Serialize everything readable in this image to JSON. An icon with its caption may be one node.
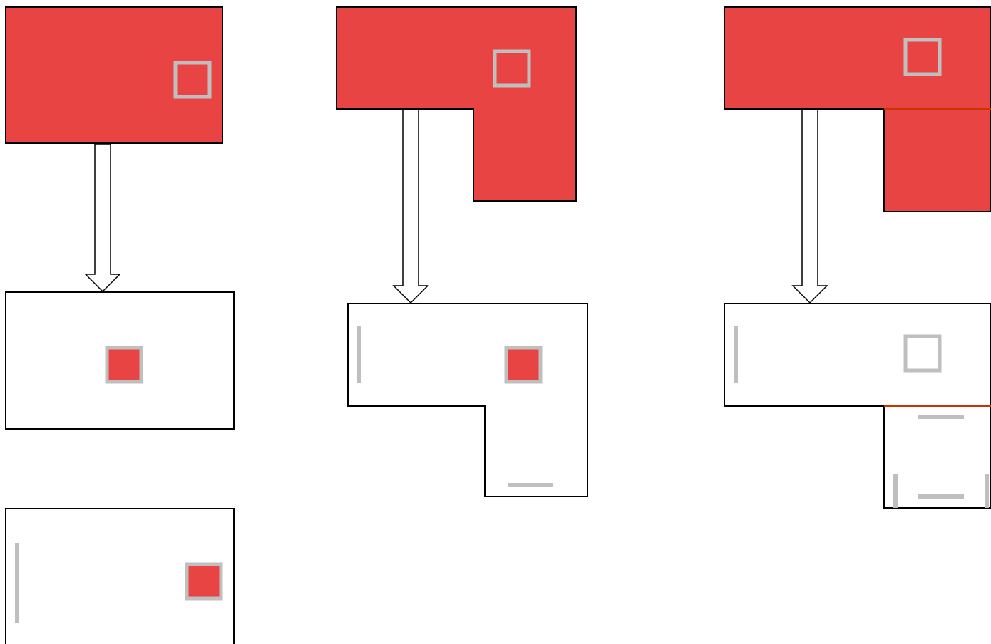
{
  "diagram": {
    "nodes": [
      {
        "text": [],
        "shape": "box"
      },
      {
        "text": [],
        "shape": "polygon"
      },
      {
        "text": [],
        "shape": "polygon"
      },
      {
        "text": [],
        "shape": "box"
      },
      {
        "text": [],
        "shape": "polygon"
      },
      {
        "text": [],
        "shape": "polygon"
      },
      {
        "text": [],
        "shape": "box"
      }
    ],
    "edges": [
      {
        "from": 0,
        "to": 3,
        "arrow": "to"
      },
      {
        "from": 1,
        "to": 4,
        "arrow": "to"
      },
      {
        "from": 2,
        "to": 5,
        "arrow": "to"
      }
    ]
  }
}
